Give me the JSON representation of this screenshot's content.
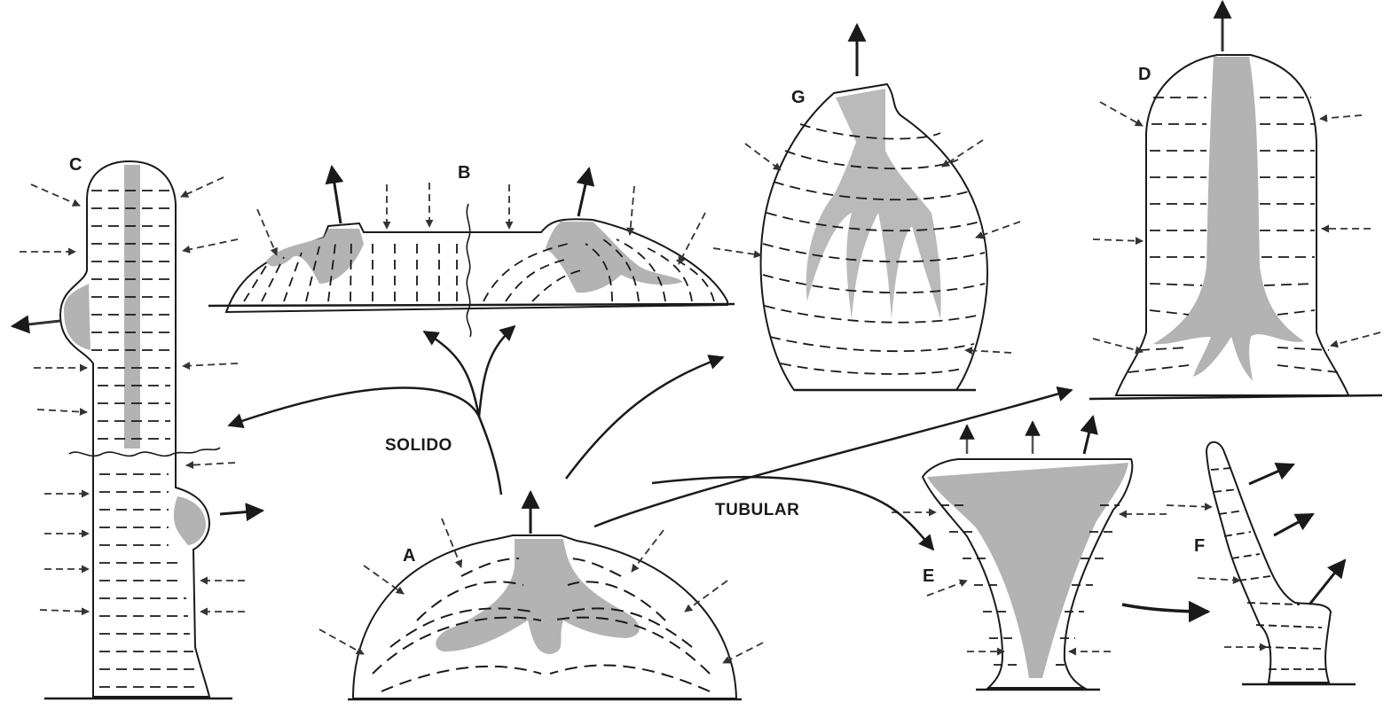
{
  "labels": {
    "a": "A",
    "b": "B",
    "c": "C",
    "d": "D",
    "e": "E",
    "f": "F",
    "g": "G"
  },
  "branches": {
    "solid": "SOLIDO",
    "tubular": "TUBULAR"
  },
  "colors": {
    "ink": "#1a1a1a",
    "growth_zone": "#b3b3b3",
    "background": "#ffffff"
  }
}
